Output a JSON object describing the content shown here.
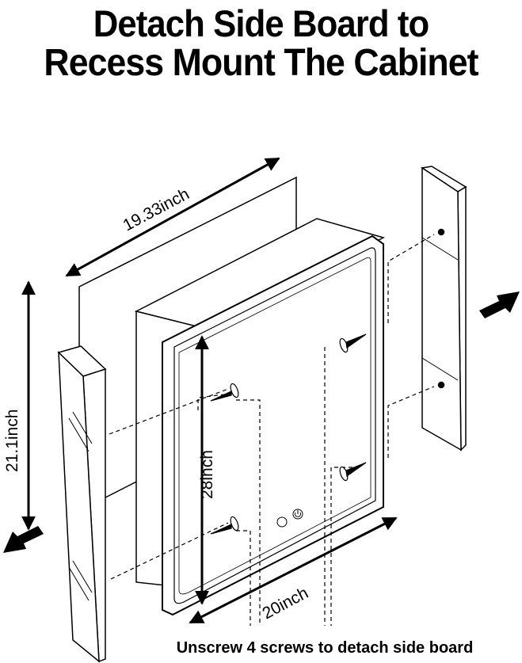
{
  "title": {
    "line1": "Detach Side Board to",
    "line2": "Recess Mount The Cabinet"
  },
  "dimensions": {
    "depth": "19.33inch",
    "height_side": "21.1inch",
    "height_front": "28inch",
    "width_front": "20inch"
  },
  "caption": "Unscrew 4 screws to detach side board",
  "colors": {
    "line": "#000000",
    "background": "#ffffff"
  }
}
